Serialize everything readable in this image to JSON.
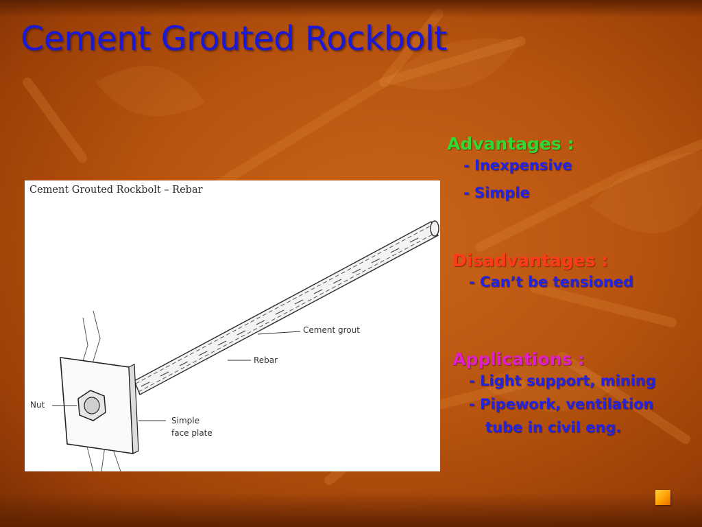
{
  "slide": {
    "title": "Cement Grouted Rockbolt",
    "colors": {
      "title": "#1a1ad6",
      "advantages": "#33d633",
      "disadvantages": "#ff3a1a",
      "applications": "#e020c8",
      "items": "#2424e0"
    }
  },
  "figure": {
    "caption": "Cement Grouted Rockbolt – Rebar",
    "labels": {
      "cement_grout": "Cement grout",
      "rebar": "Rebar",
      "nut": "Nut",
      "plate_line1": "Simple",
      "plate_line2": "face plate"
    }
  },
  "advantages": {
    "heading": "Advantages :",
    "items": [
      "- Inexpensive",
      "- Simple"
    ]
  },
  "disadvantages": {
    "heading": "Disadvantages :",
    "items": [
      "- Can’t be tensioned"
    ]
  },
  "applications": {
    "heading": "Applications :",
    "items": [
      "- Light support, mining",
      "- Pipework, ventilation",
      "tube in civil eng."
    ]
  },
  "icons": {
    "corner": "orange-square-icon"
  }
}
